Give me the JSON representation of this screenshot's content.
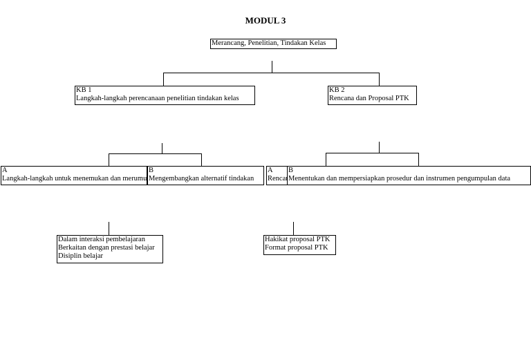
{
  "title": "MODUL 3",
  "root": "Merancang, Penelitian, Tindakan Kelas",
  "kb1": {
    "code": "KB 1",
    "label": "Langkah-langkah perencanaan penelitian tindakan kelas"
  },
  "kb2": {
    "code": "KB 2",
    "label": "Rencana dan Proposal PTK"
  },
  "kb1_children": [
    {
      "code": "A",
      "label": "Langkah-langkah untuk menemukan dan merumuskan masalah"
    },
    {
      "code": "B",
      "label": "Mengembangkan alternatif tindakan"
    }
  ],
  "kb2_children": [
    {
      "code": "A",
      "label": "Rencana"
    },
    {
      "code": "B",
      "label": "Menentukan dan mempersiapkan prosedur dan instrumen pengumpulan data"
    }
  ],
  "kb1_detail": [
    "Dalam interaksi pembelajaran",
    "Berkaitan dengan prestasi belajar",
    "Disiplin belajar"
  ],
  "kb2_detail": [
    "Hakikat proposal PTK",
    "Format proposal PTK"
  ]
}
